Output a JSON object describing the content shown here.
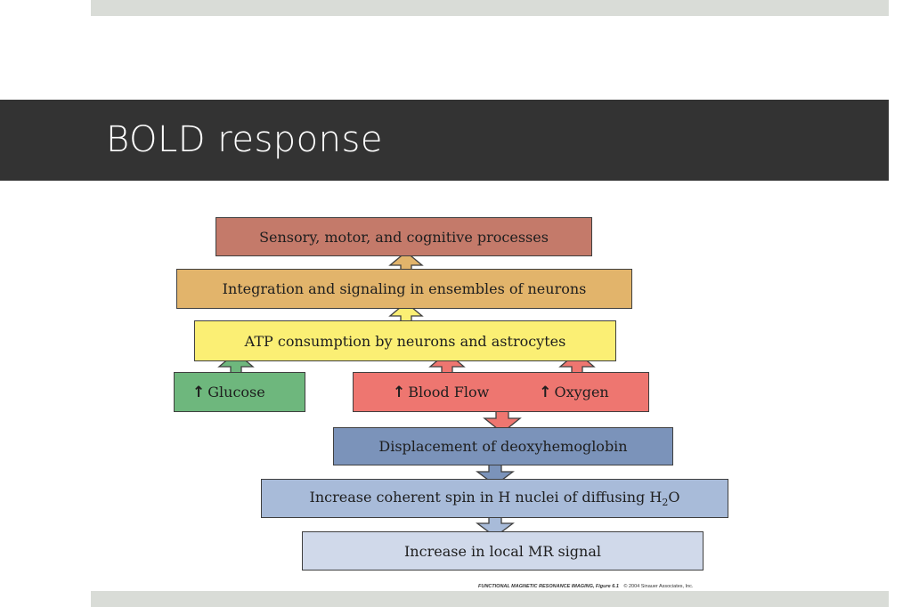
{
  "slide": {
    "title": "BOLD response"
  },
  "diagram": {
    "boxes": {
      "sensory": "Sensory, motor, and cognitive processes",
      "integration": "Integration and signaling in ensembles of neurons",
      "atp": "ATP consumption by neurons and astrocytes",
      "glucose": "Glucose",
      "blood_flow": "Blood Flow",
      "oxygen": "Oxygen",
      "displacement": "Displacement of deoxyhemoglobin",
      "spin_prefix": "Increase coherent spin in H nuclei of diffusing H",
      "spin_subscript": "2",
      "spin_suffix": "O",
      "mr_signal": "Increase in local MR signal"
    },
    "increase_symbol": "↑",
    "colors": {
      "red": "#c47a6a",
      "orange": "#e2b46b",
      "yellow": "#fbef74",
      "green": "#6eb77d",
      "salmon": "#ee7670",
      "blue": "#7b93ba",
      "light_blue": "#a8bbd9",
      "pale_blue": "#d0d9ea"
    }
  },
  "credit": {
    "source": "FUNCTIONAL MAGNETIC RESONANCE IMAGING, Figure 6.1",
    "copyright": "© 2004 Sinauer Associates, Inc."
  }
}
